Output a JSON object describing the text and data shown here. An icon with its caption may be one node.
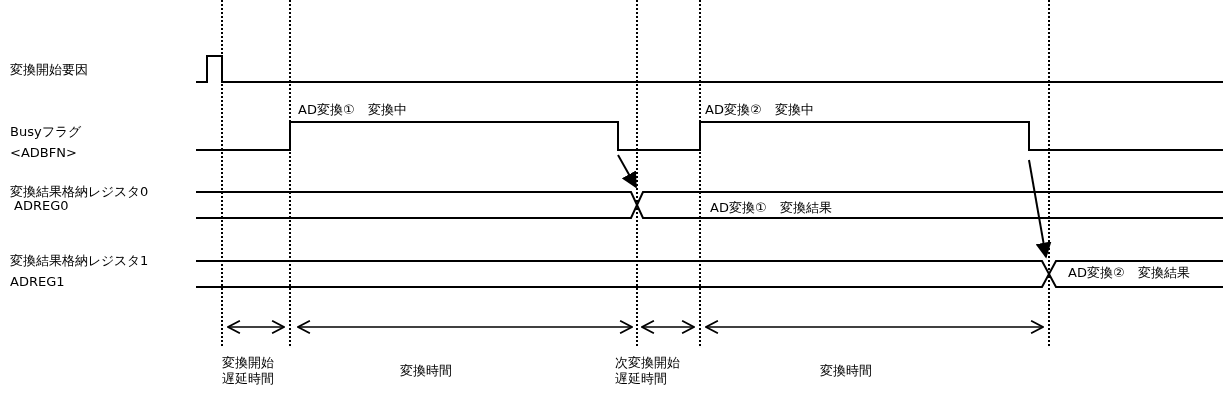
{
  "diagram": {
    "labels": [
      "変換開始要因",
      "AD変換①　変換中",
      "AD変換②　変換中",
      "Busyフラグ",
      "<ADBFN>",
      "変換結果格納レジスタ0",
      "ADREG0",
      "AD変換①　変換結果",
      "変換結果格納レジスタ1",
      "ADREG1",
      "AD変換②　変換結果",
      "変換開始遅延時間",
      "変換時間",
      "次変換開始遅延時間",
      "変換時間"
    ]
  }
}
